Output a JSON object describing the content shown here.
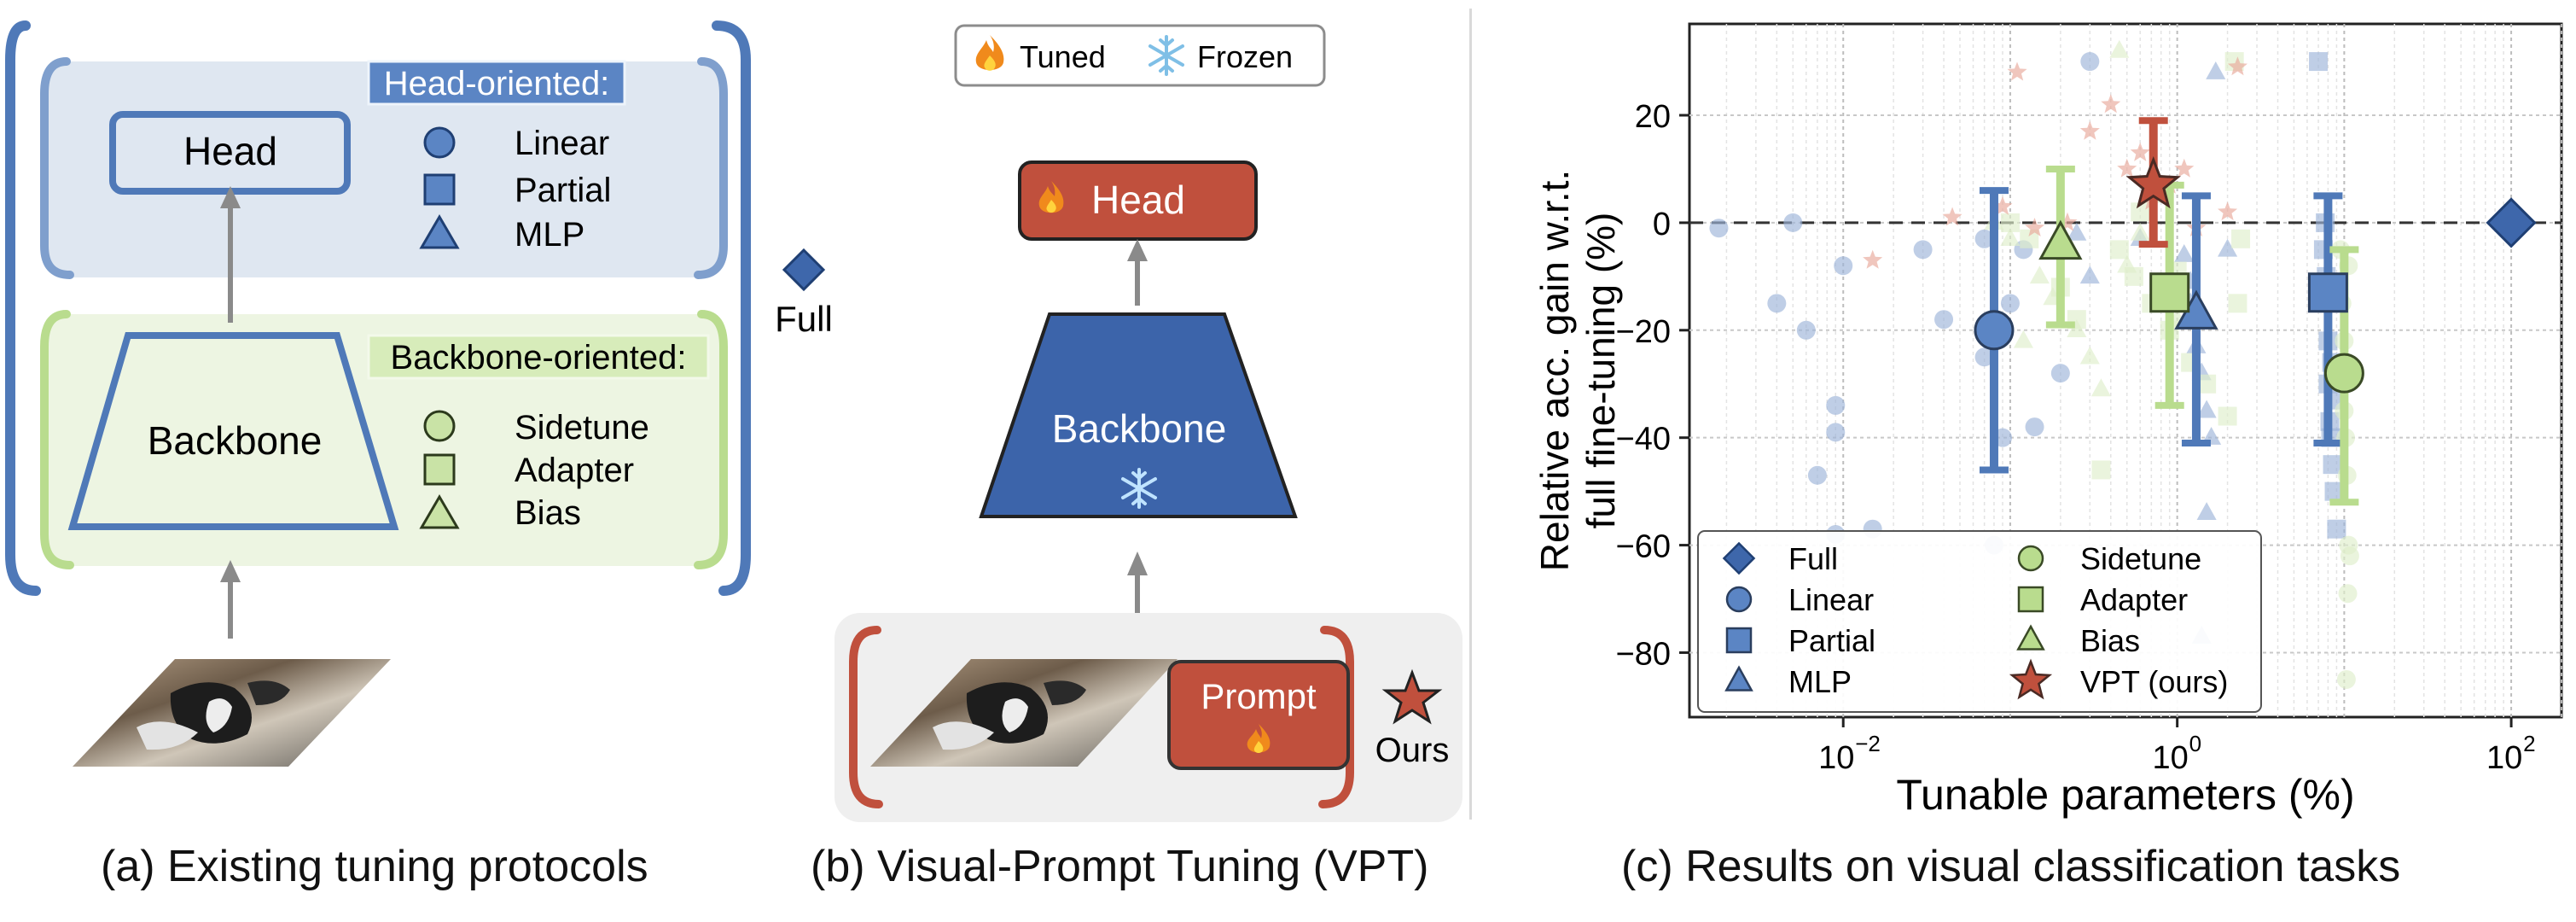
{
  "panel_a": {
    "head": "Head",
    "backbone": "Backbone",
    "head_group_title": "Head-oriented:",
    "head_methods": [
      "Linear",
      "Partial",
      "MLP"
    ],
    "backbone_group_title": "Backbone-oriented:",
    "backbone_methods": [
      "Sidetune",
      "Adapter",
      "Bias"
    ],
    "full": "Full",
    "caption": "(a)  Existing tuning protocols"
  },
  "panel_b": {
    "legend_tuned": "Tuned",
    "legend_frozen": "Frozen",
    "head": "Head",
    "backbone": "Backbone",
    "prompt": "Prompt",
    "ours": "Ours",
    "caption": "(b) Visual-Prompt Tuning (VPT)"
  },
  "panel_c": {
    "caption": "(c) Results on visual classification tasks"
  },
  "colors": {
    "blue": "#4f79b8",
    "blue_light": "#9db4d8",
    "blue_fill": "#5b85c4",
    "green": "#b9dc8e",
    "green_dark": "#8cbc5a",
    "green_light": "#dfeecb",
    "red": "#c0503d",
    "red_light": "#e8a79a",
    "head_bg": "#dfe7f1",
    "backbone_bg": "#edf5e2",
    "backbone_blue": "#3c64aa"
  },
  "chart_data": {
    "type": "scatter",
    "xlabel": "Tunable parameters (%)",
    "ylabel": "Relative acc. gain w.r.t. full fine-tuning (%)",
    "x_scale": "log",
    "xlim": [
      0.0012,
      200
    ],
    "ylim": [
      -92,
      37
    ],
    "xticks": [
      0.01,
      1,
      100
    ],
    "xtick_labels": [
      "10",
      "10",
      "10"
    ],
    "xtick_exponents": [
      "−2",
      "0",
      "2"
    ],
    "yticks": [
      20,
      0,
      -20,
      -40,
      -60,
      -80
    ],
    "ytick_labels": [
      "20",
      "0",
      "−20",
      "−40",
      "−60",
      "−80"
    ],
    "grid": true,
    "reference_line_y": 0,
    "legend_position": "bottom-left",
    "legend": [
      "Full",
      "Linear",
      "Partial",
      "MLP",
      "Sidetune",
      "Adapter",
      "Bias",
      "VPT (ours)"
    ],
    "means": [
      {
        "name": "Full",
        "marker": "diamond",
        "x": 100,
        "y": 0
      },
      {
        "name": "Linear",
        "marker": "circle",
        "x": 0.08,
        "y": -20,
        "err": [
          -46,
          6
        ]
      },
      {
        "name": "Partial",
        "marker": "square",
        "x": 8,
        "y": -13,
        "err": [
          -41,
          5
        ]
      },
      {
        "name": "MLP",
        "marker": "triangle",
        "x": 1.3,
        "y": -17,
        "err": [
          -41,
          5
        ]
      },
      {
        "name": "Sidetune",
        "marker": "circle",
        "x": 10,
        "y": -28,
        "err": [
          -52,
          -5
        ]
      },
      {
        "name": "Adapter",
        "marker": "square",
        "x": 0.9,
        "y": -13,
        "err": [
          -34,
          7
        ]
      },
      {
        "name": "Bias",
        "marker": "triangle",
        "x": 0.2,
        "y": -4,
        "err": [
          -19,
          10
        ]
      },
      {
        "name": "VPT (ours)",
        "marker": "star",
        "x": 0.72,
        "y": 7,
        "err": [
          -4,
          19
        ]
      }
    ],
    "points": {
      "Linear": [
        [
          0.0018,
          -1
        ],
        [
          0.004,
          -15
        ],
        [
          0.005,
          0
        ],
        [
          0.006,
          -20
        ],
        [
          0.007,
          -47
        ],
        [
          0.009,
          -34
        ],
        [
          0.009,
          -39
        ],
        [
          0.01,
          -8
        ],
        [
          0.009,
          -58
        ],
        [
          0.015,
          -57
        ],
        [
          0.03,
          -5
        ],
        [
          0.04,
          -18
        ],
        [
          0.07,
          -3
        ],
        [
          0.07,
          -25
        ],
        [
          0.09,
          -40
        ],
        [
          0.1,
          -15
        ],
        [
          0.12,
          -5
        ],
        [
          0.14,
          -38
        ],
        [
          0.2,
          -28
        ],
        [
          0.3,
          30
        ],
        [
          0.08,
          -60
        ]
      ],
      "Partial": [
        [
          7,
          30
        ],
        [
          7.5,
          -5
        ],
        [
          7.8,
          -10
        ],
        [
          8,
          -22
        ],
        [
          8,
          -30
        ],
        [
          8.2,
          -37
        ],
        [
          8.3,
          -40
        ],
        [
          8.5,
          -45
        ],
        [
          8.7,
          -50
        ],
        [
          9,
          -57
        ],
        [
          7.7,
          0
        ],
        [
          8.1,
          -15
        ],
        [
          8.4,
          -26
        ],
        [
          8.6,
          -33
        ]
      ],
      "MLP": [
        [
          0.25,
          -2
        ],
        [
          0.3,
          -10
        ],
        [
          0.6,
          -3
        ],
        [
          1.1,
          -6
        ],
        [
          1.2,
          -11
        ],
        [
          1.3,
          -23
        ],
        [
          1.4,
          -28
        ],
        [
          1.5,
          -35
        ],
        [
          1.6,
          -40
        ],
        [
          1.5,
          -54
        ],
        [
          1.7,
          28
        ],
        [
          1.4,
          -77
        ],
        [
          1.2,
          -15
        ],
        [
          2,
          -5
        ]
      ],
      "Sidetune": [
        [
          9.5,
          -5
        ],
        [
          9.7,
          -15
        ],
        [
          10,
          -22
        ],
        [
          10,
          -35
        ],
        [
          10.2,
          -40
        ],
        [
          10.4,
          -47
        ],
        [
          10.6,
          -60
        ],
        [
          10.8,
          -62
        ],
        [
          10.5,
          -69
        ],
        [
          10.3,
          -85
        ],
        [
          10.6,
          -8
        ]
      ],
      "Adapter": [
        [
          0.1,
          0
        ],
        [
          0.13,
          -3
        ],
        [
          0.2,
          -12
        ],
        [
          0.25,
          -18
        ],
        [
          0.35,
          -46
        ],
        [
          0.45,
          -5
        ],
        [
          0.55,
          -10
        ],
        [
          0.7,
          -15
        ],
        [
          0.9,
          -20
        ],
        [
          1.2,
          -26
        ],
        [
          1.5,
          -30
        ],
        [
          2,
          -36
        ],
        [
          2.2,
          30
        ],
        [
          2.3,
          -15
        ],
        [
          2.4,
          -3
        ],
        [
          0.6,
          2
        ],
        [
          1,
          -9
        ]
      ],
      "Bias": [
        [
          0.08,
          0
        ],
        [
          0.1,
          -3
        ],
        [
          0.15,
          -10
        ],
        [
          0.18,
          -14
        ],
        [
          0.25,
          -20
        ],
        [
          0.3,
          -25
        ],
        [
          0.45,
          32
        ],
        [
          0.5,
          -8
        ],
        [
          0.6,
          -2
        ],
        [
          0.8,
          -12
        ],
        [
          1,
          -18
        ],
        [
          0.12,
          -22
        ],
        [
          0.35,
          -31
        ],
        [
          0.7,
          5
        ]
      ],
      "VPT (ours)": [
        [
          0.015,
          -7
        ],
        [
          0.045,
          1
        ],
        [
          0.09,
          3
        ],
        [
          0.11,
          28
        ],
        [
          0.14,
          -1
        ],
        [
          0.22,
          0
        ],
        [
          0.3,
          17
        ],
        [
          0.4,
          22
        ],
        [
          0.5,
          10
        ],
        [
          0.6,
          13
        ],
        [
          0.9,
          7
        ],
        [
          1.1,
          10
        ],
        [
          1.3,
          -1
        ],
        [
          2,
          2
        ],
        [
          2.3,
          29
        ],
        [
          0.7,
          4
        ]
      ]
    }
  }
}
